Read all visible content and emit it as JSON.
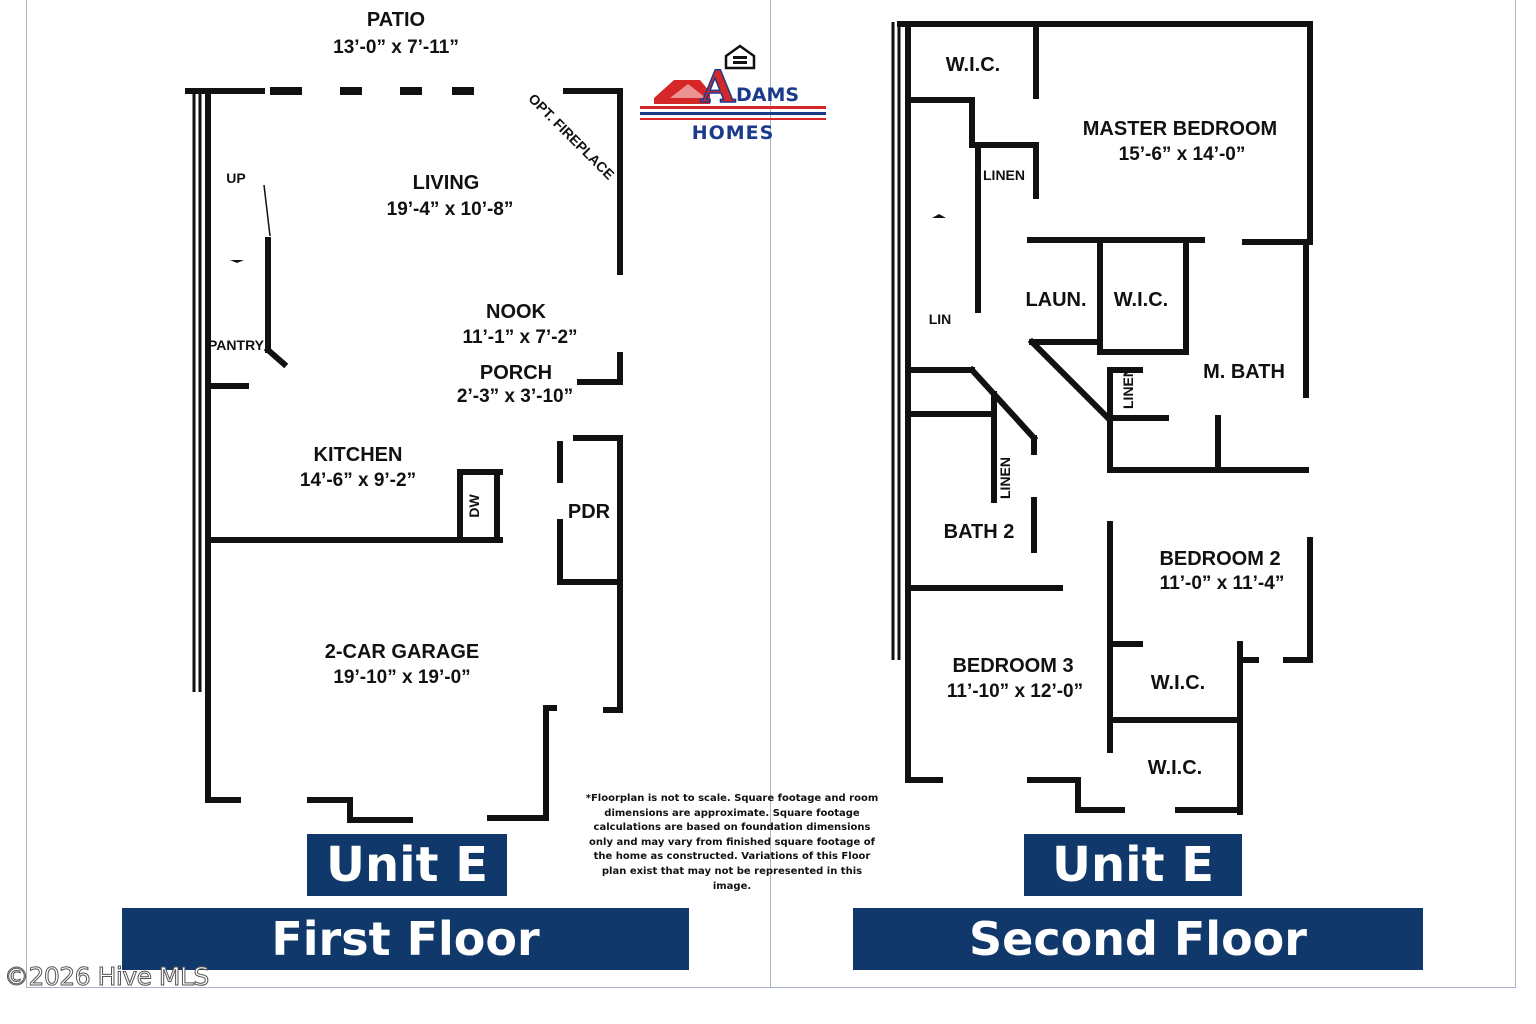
{
  "branding": {
    "logo_letter": "A",
    "logo_word": "DAMS",
    "logo_homes": "HOMES",
    "equal_housing_icon": "equal-housing-opportunity-icon",
    "colors": {
      "red": "#d62728",
      "blue": "#1a3a8a",
      "banner": "#10386a"
    }
  },
  "first_floor": {
    "unit_label": "Unit E",
    "floor_label": "First Floor",
    "rooms": {
      "patio": {
        "name": "PATIO",
        "dims": "13’-0” x 7’-11”"
      },
      "living": {
        "name": "LIVING",
        "dims": "19’-4” x 10’-8”"
      },
      "nook": {
        "name": "NOOK",
        "dims": "11’-1” x 7’-2”"
      },
      "porch": {
        "name": "PORCH",
        "dims": "2’-3” x 3’-10”"
      },
      "kitchen": {
        "name": "KITCHEN",
        "dims": "14’-6” x 9’-2”"
      },
      "garage": {
        "name": "2-CAR GARAGE",
        "dims": "19’-10” x 19’-0”"
      }
    },
    "labels": {
      "fireplace": "OPT. FIREPLACE",
      "up": "UP",
      "pantry": "PANTRY",
      "dw": "DW",
      "pdr": "PDR"
    }
  },
  "second_floor": {
    "unit_label": "Unit E",
    "floor_label": "Second Floor",
    "rooms": {
      "master": {
        "name": "MASTER BEDROOM",
        "dims": "15’-6” x 14’-0”"
      },
      "bed2": {
        "name": "BEDROOM 2",
        "dims": "11’-0” x 11’-4”"
      },
      "bed3": {
        "name": "BEDROOM 3",
        "dims": "11’-10” x 12’-0”"
      }
    },
    "labels": {
      "wic_top": "W.I.C.",
      "linen_top": "LINEN",
      "laun": "LAUN.",
      "wic_mid": "W.I.C.",
      "lin": "LIN",
      "linen_mid": "LINEN",
      "mbath": "M. BATH",
      "linen_bath": "LINEN",
      "bath2": "BATH 2",
      "wic_bed2": "W.I.C.",
      "wic_bed3": "W.I.C."
    }
  },
  "disclaimer": "*Floorplan is not to scale. Square footage and room dimensions are approximate. Square footage calculations are based on foundation dimensions only and may vary from finished square footage of the home as constructed. Variations of this Floor plan exist that may not be represented in this image.",
  "copyright": "©2026 Hive MLS"
}
